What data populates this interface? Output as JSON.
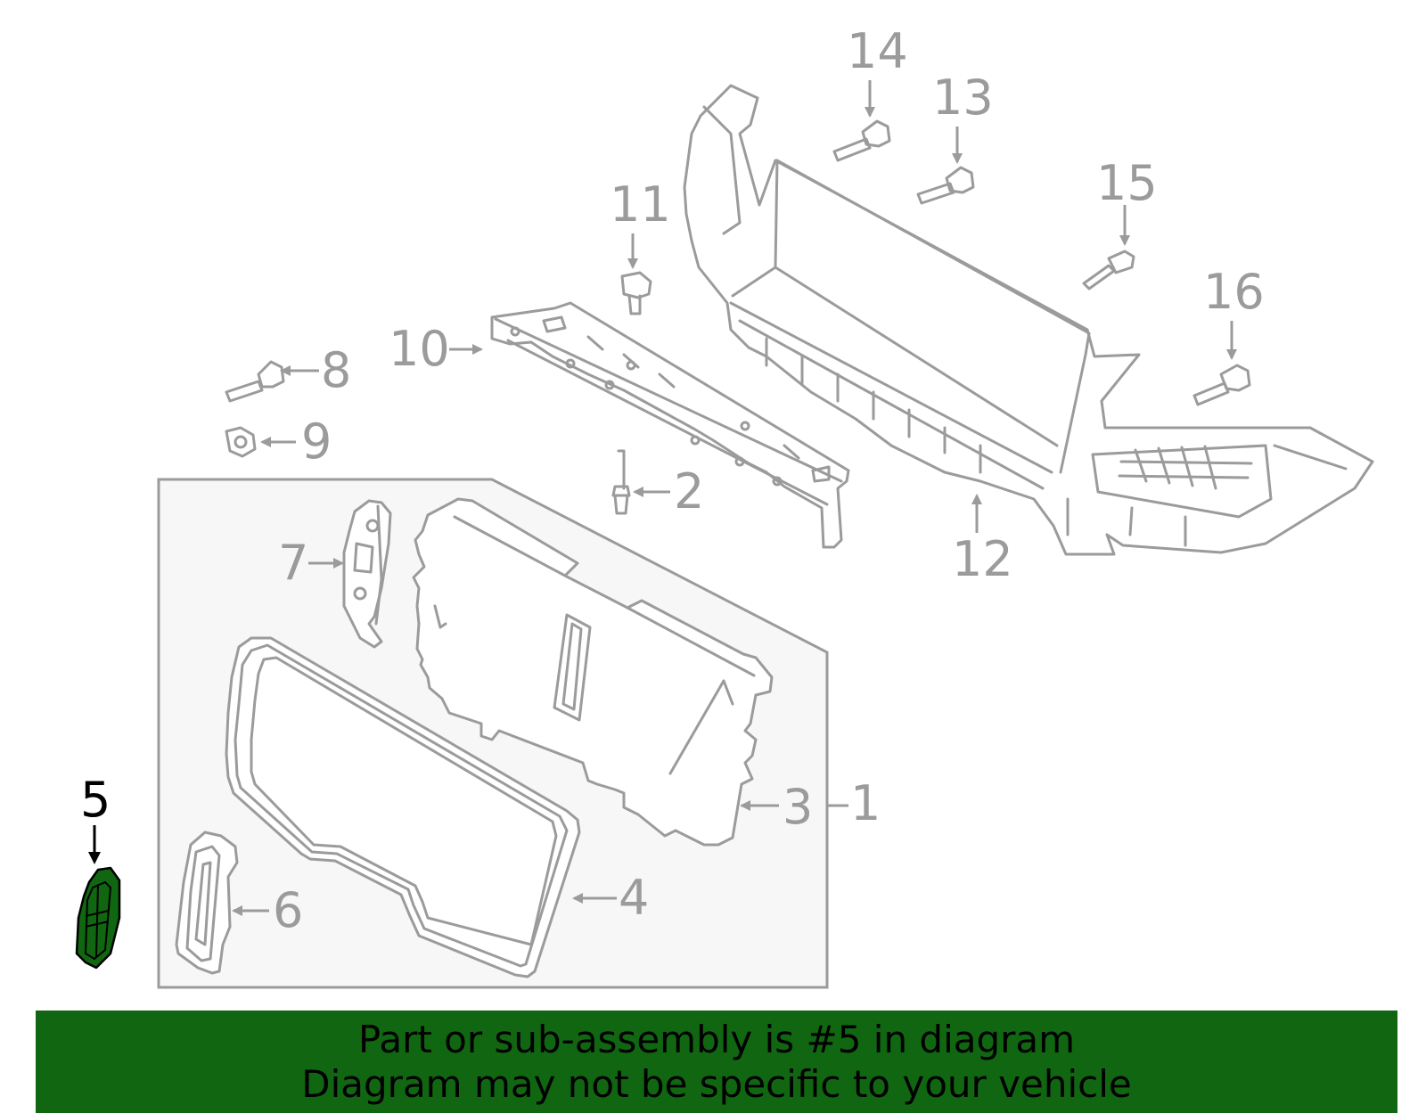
{
  "diagram": {
    "callouts": [
      {
        "id": "1",
        "label": "1",
        "highlighted": false
      },
      {
        "id": "2",
        "label": "2",
        "highlighted": false
      },
      {
        "id": "3",
        "label": "3",
        "highlighted": false
      },
      {
        "id": "4",
        "label": "4",
        "highlighted": false
      },
      {
        "id": "5",
        "label": "5",
        "highlighted": true
      },
      {
        "id": "6",
        "label": "6",
        "highlighted": false
      },
      {
        "id": "7",
        "label": "7",
        "highlighted": false
      },
      {
        "id": "8",
        "label": "8",
        "highlighted": false
      },
      {
        "id": "9",
        "label": "9",
        "highlighted": false
      },
      {
        "id": "10",
        "label": "10",
        "highlighted": false
      },
      {
        "id": "11",
        "label": "11",
        "highlighted": false
      },
      {
        "id": "12",
        "label": "12",
        "highlighted": false
      },
      {
        "id": "13",
        "label": "13",
        "highlighted": false
      },
      {
        "id": "14",
        "label": "14",
        "highlighted": false
      },
      {
        "id": "15",
        "label": "15",
        "highlighted": false
      },
      {
        "id": "16",
        "label": "16",
        "highlighted": false
      }
    ],
    "colors": {
      "line": "#9b9b9b",
      "highlight_part": "#116611",
      "banner_background": "#116611",
      "assembly_box_fill": "#f7f7f7"
    }
  },
  "banner": {
    "line1": "Part or sub-assembly is #5 in diagram",
    "line2": "Diagram may not be specific to your vehicle"
  }
}
